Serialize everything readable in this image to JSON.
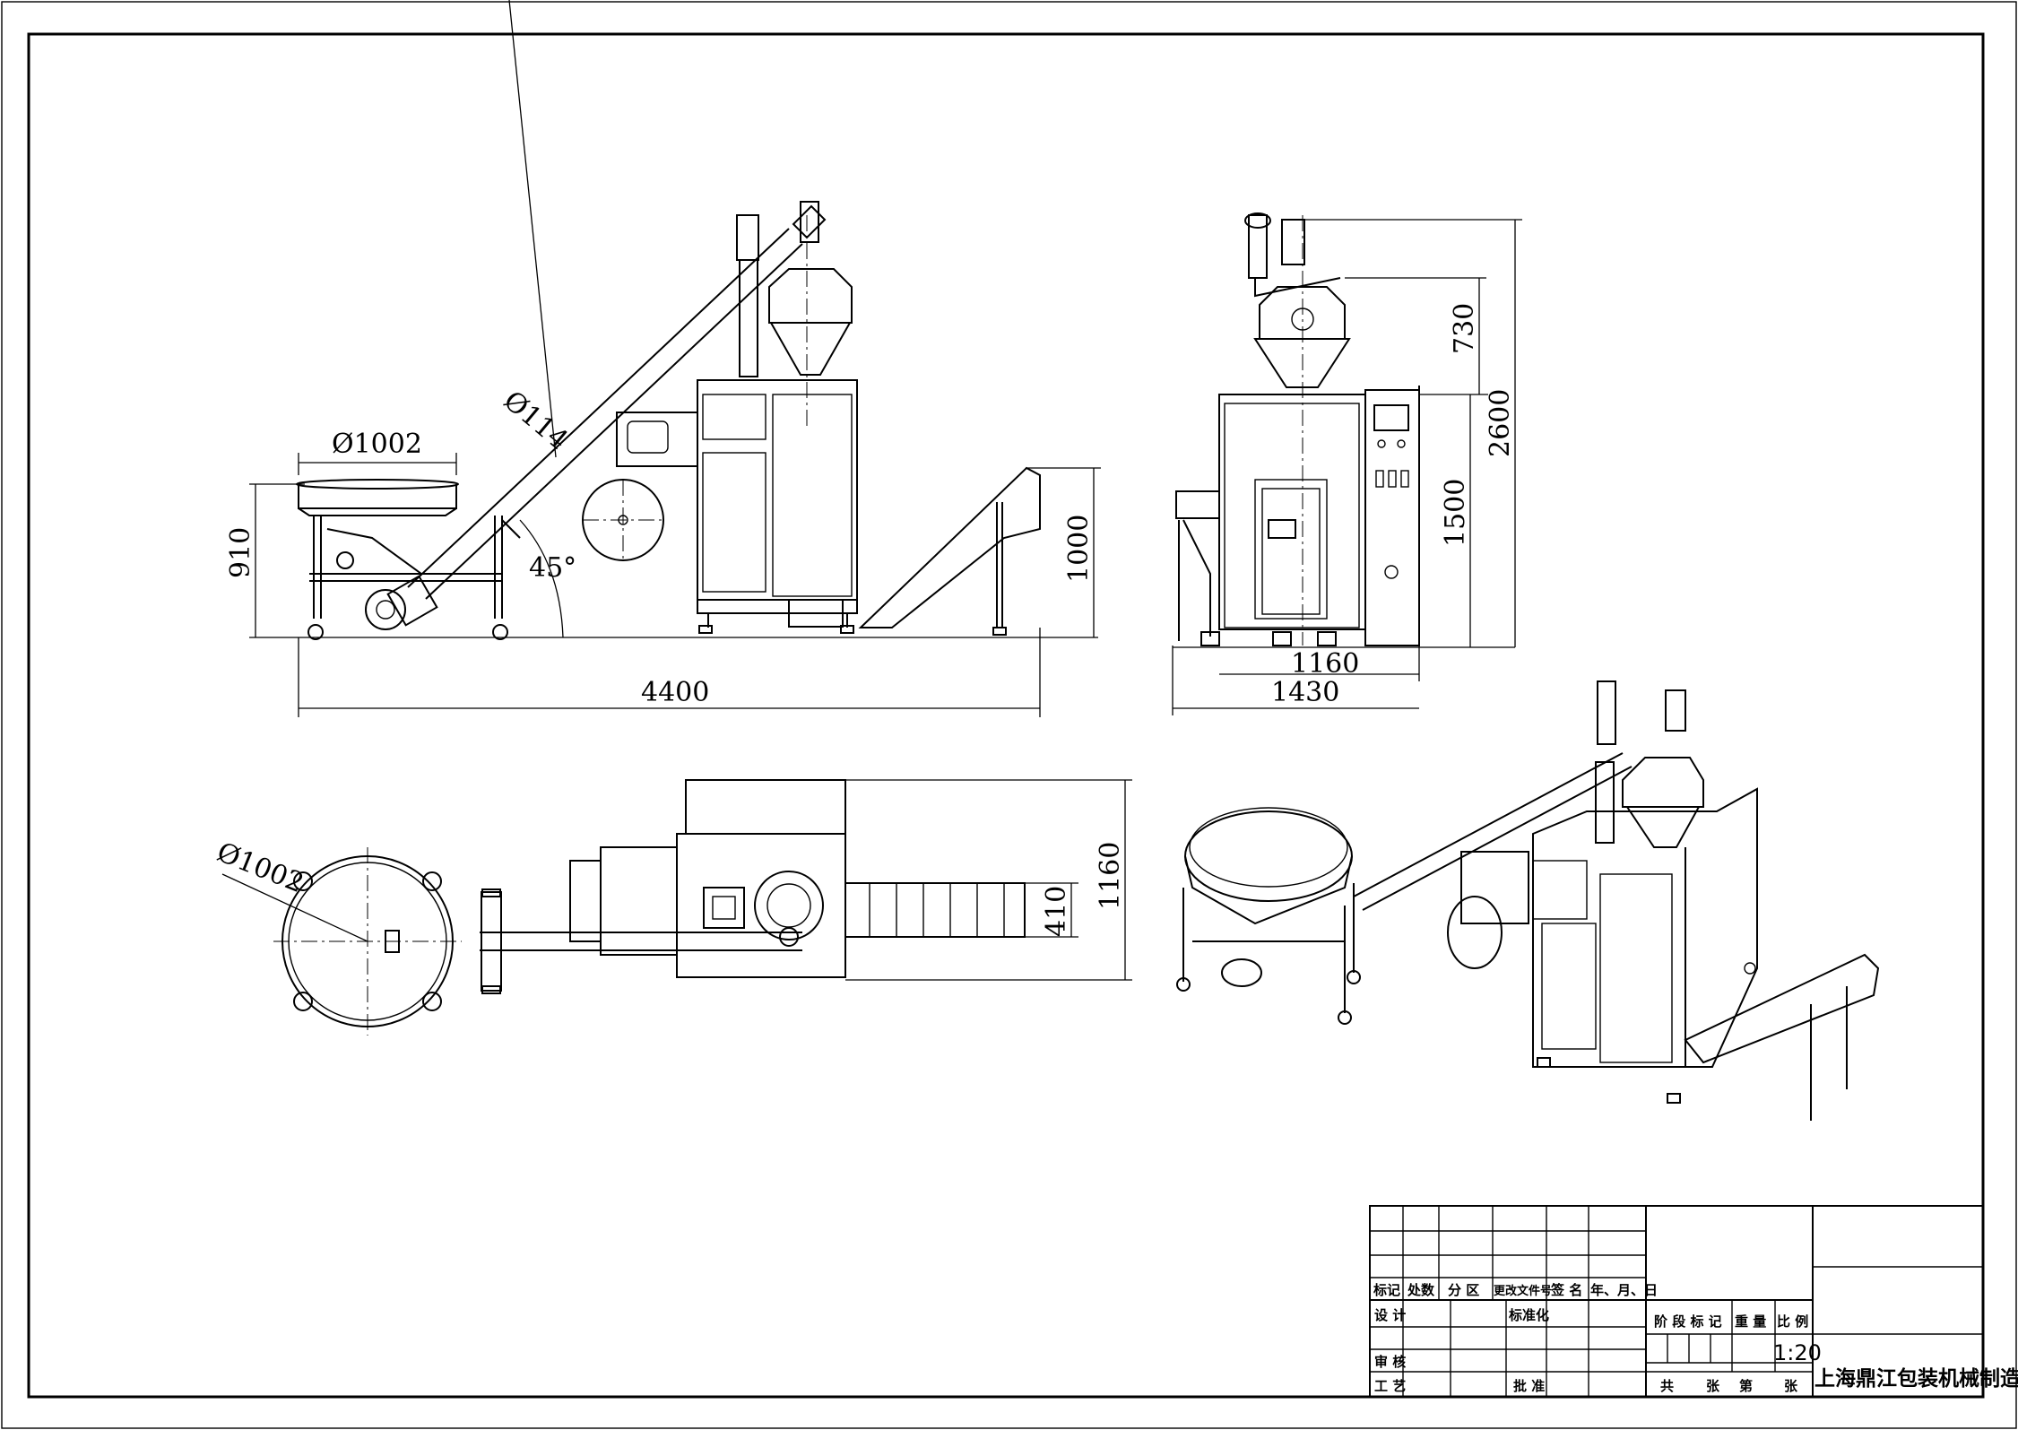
{
  "dimensions": {
    "side_view": {
      "hopper_diameter": "Ø1002",
      "pipe_diameter": "Ø114",
      "angle": "45°",
      "hopper_height": "910",
      "conveyor_height": "1000",
      "total_length": "4400"
    },
    "front_view": {
      "top_height": "730",
      "total_height": "2600",
      "body_height": "1500",
      "body_width": "1160",
      "total_width": "1430"
    },
    "top_view": {
      "hopper_diameter": "Ø1002",
      "conveyor_width": "410",
      "machine_depth": "1160"
    }
  },
  "title_block": {
    "headers": [
      "标记",
      "处数",
      "分 区",
      "更改文件号",
      "签 名",
      "年、月、日"
    ],
    "design": "设 计",
    "standardization": "标准化",
    "review": "审 核",
    "process": "工 艺",
    "approve": "批 准",
    "stage_mark": "阶 段 标 记",
    "weight": "重 量",
    "scale_label": "比 例",
    "scale": "1:20",
    "total": "共",
    "sheets": "张",
    "sheet_no": "第",
    "sheets2": "张",
    "company": "上海鼎江包装机械制造有限公司"
  }
}
